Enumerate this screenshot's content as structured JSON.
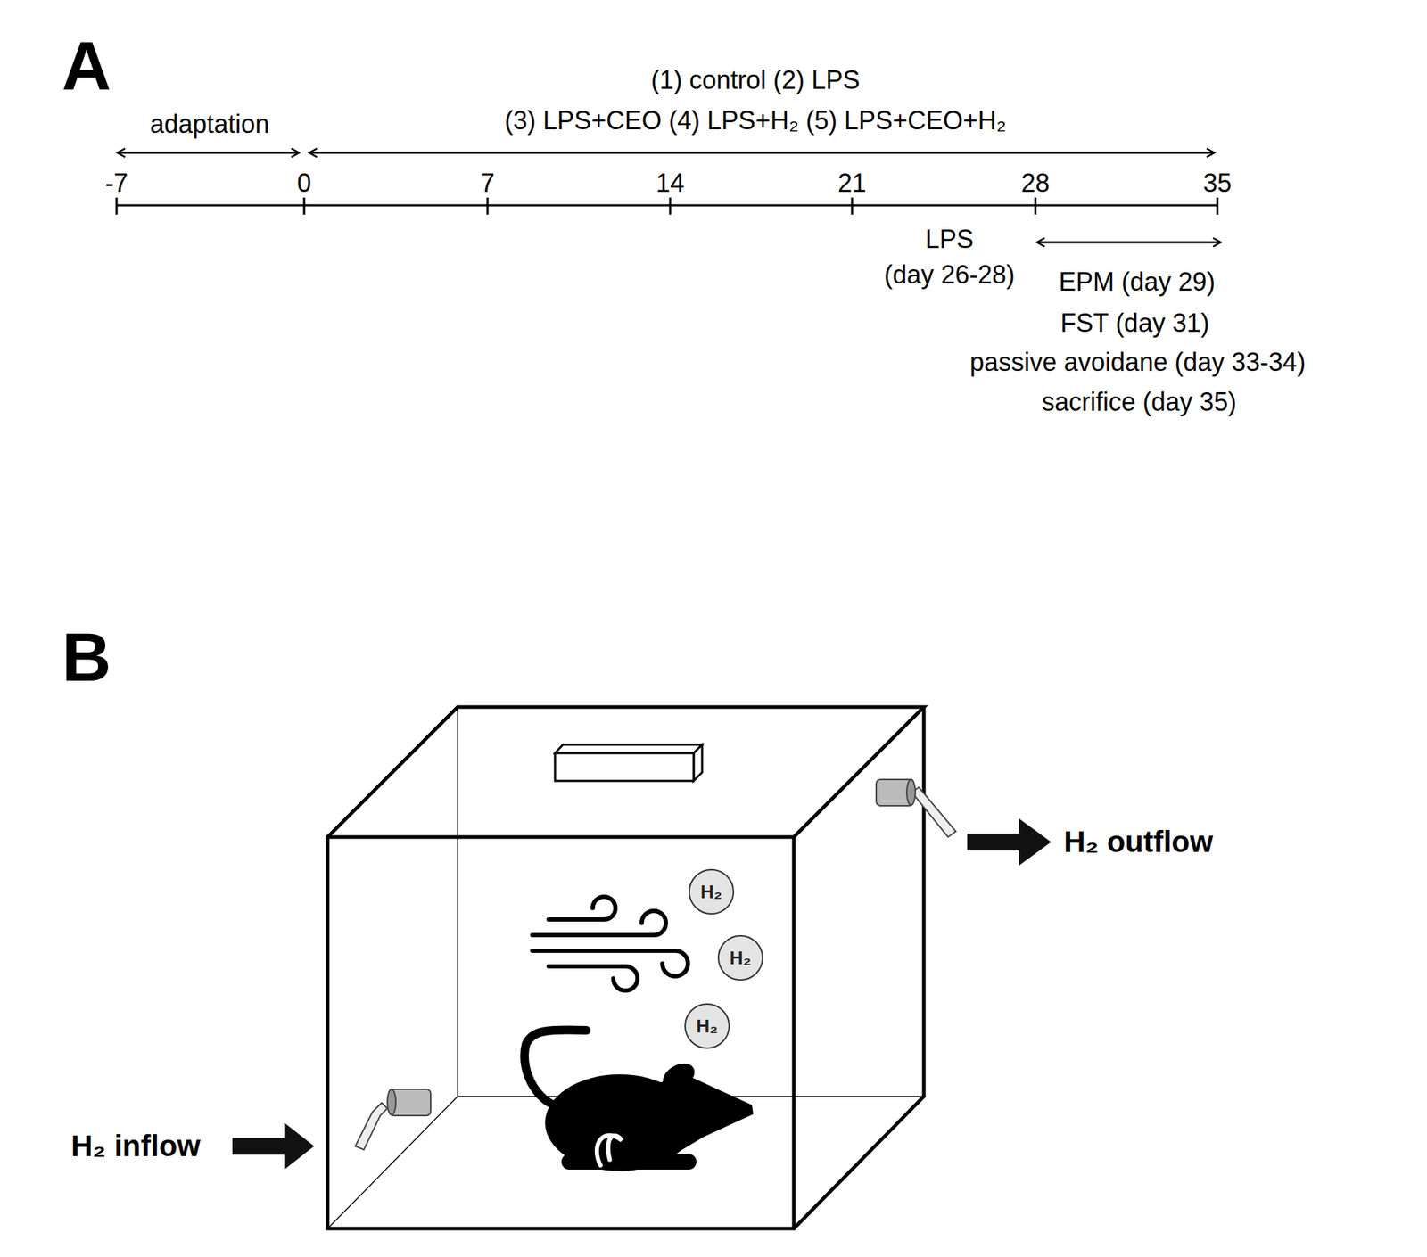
{
  "diagram": {
    "nodes": [
      {
        "text": [
          "H₂"
        ]
      },
      {
        "text": [
          "H₂"
        ]
      },
      {
        "text": [
          "H₂"
        ]
      }
    ],
    "labels": [
      "A",
      "adaptation",
      "(1) control (2) LPS",
      "(3) LPS+CEO (4) LPS+H₂ (5) LPS+CEO+H₂",
      "-7",
      "0",
      "7",
      "14",
      "21",
      "28",
      "35",
      "LPS",
      "(day 26-28)",
      "EPM (day 29)",
      "FST (day 31)",
      "passive avoidane (day 33-34)",
      "sacrifice (day 35)",
      "B",
      "H₂ outflow",
      "H₂ inflow"
    ]
  }
}
